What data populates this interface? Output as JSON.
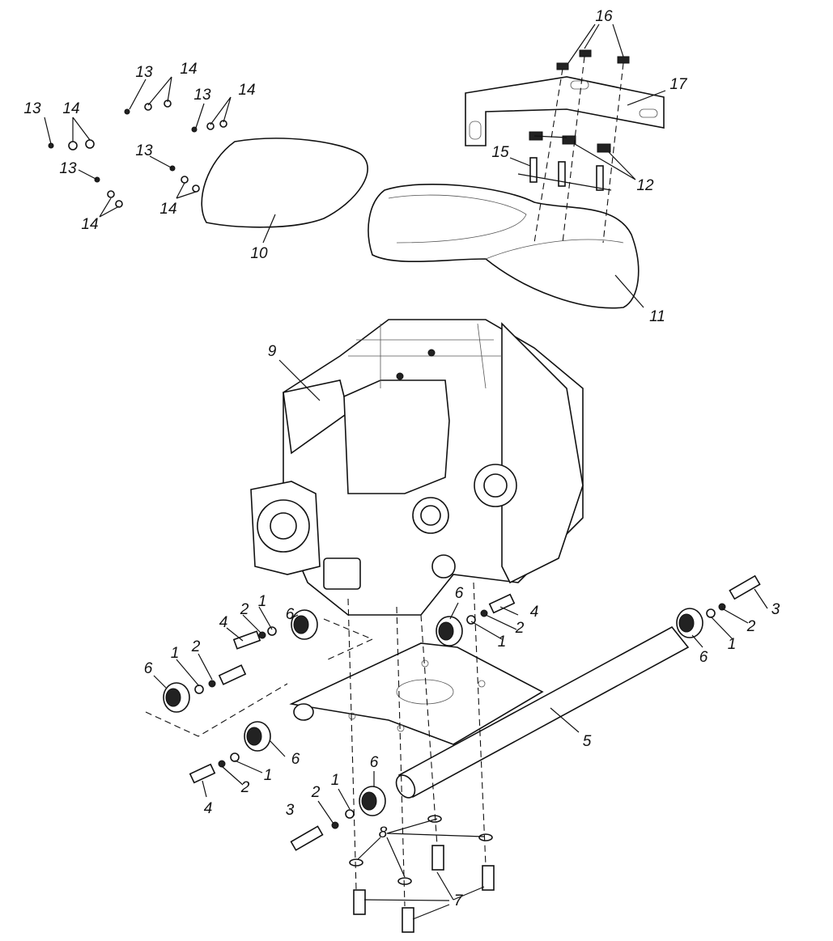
{
  "diagram": {
    "type": "exploded-parts-view",
    "callouts": [
      "16",
      "17",
      "15",
      "12",
      "13",
      "14",
      "13",
      "14",
      "13",
      "14",
      "13",
      "14",
      "13",
      "14",
      "10",
      "11",
      "9",
      "6",
      "1",
      "2",
      "4",
      "6",
      "4",
      "2",
      "1",
      "3",
      "2",
      "1",
      "6",
      "1",
      "2",
      "6",
      "5",
      "6",
      "1",
      "2",
      "4",
      "6",
      "1",
      "2",
      "3",
      "8",
      "7"
    ]
  }
}
